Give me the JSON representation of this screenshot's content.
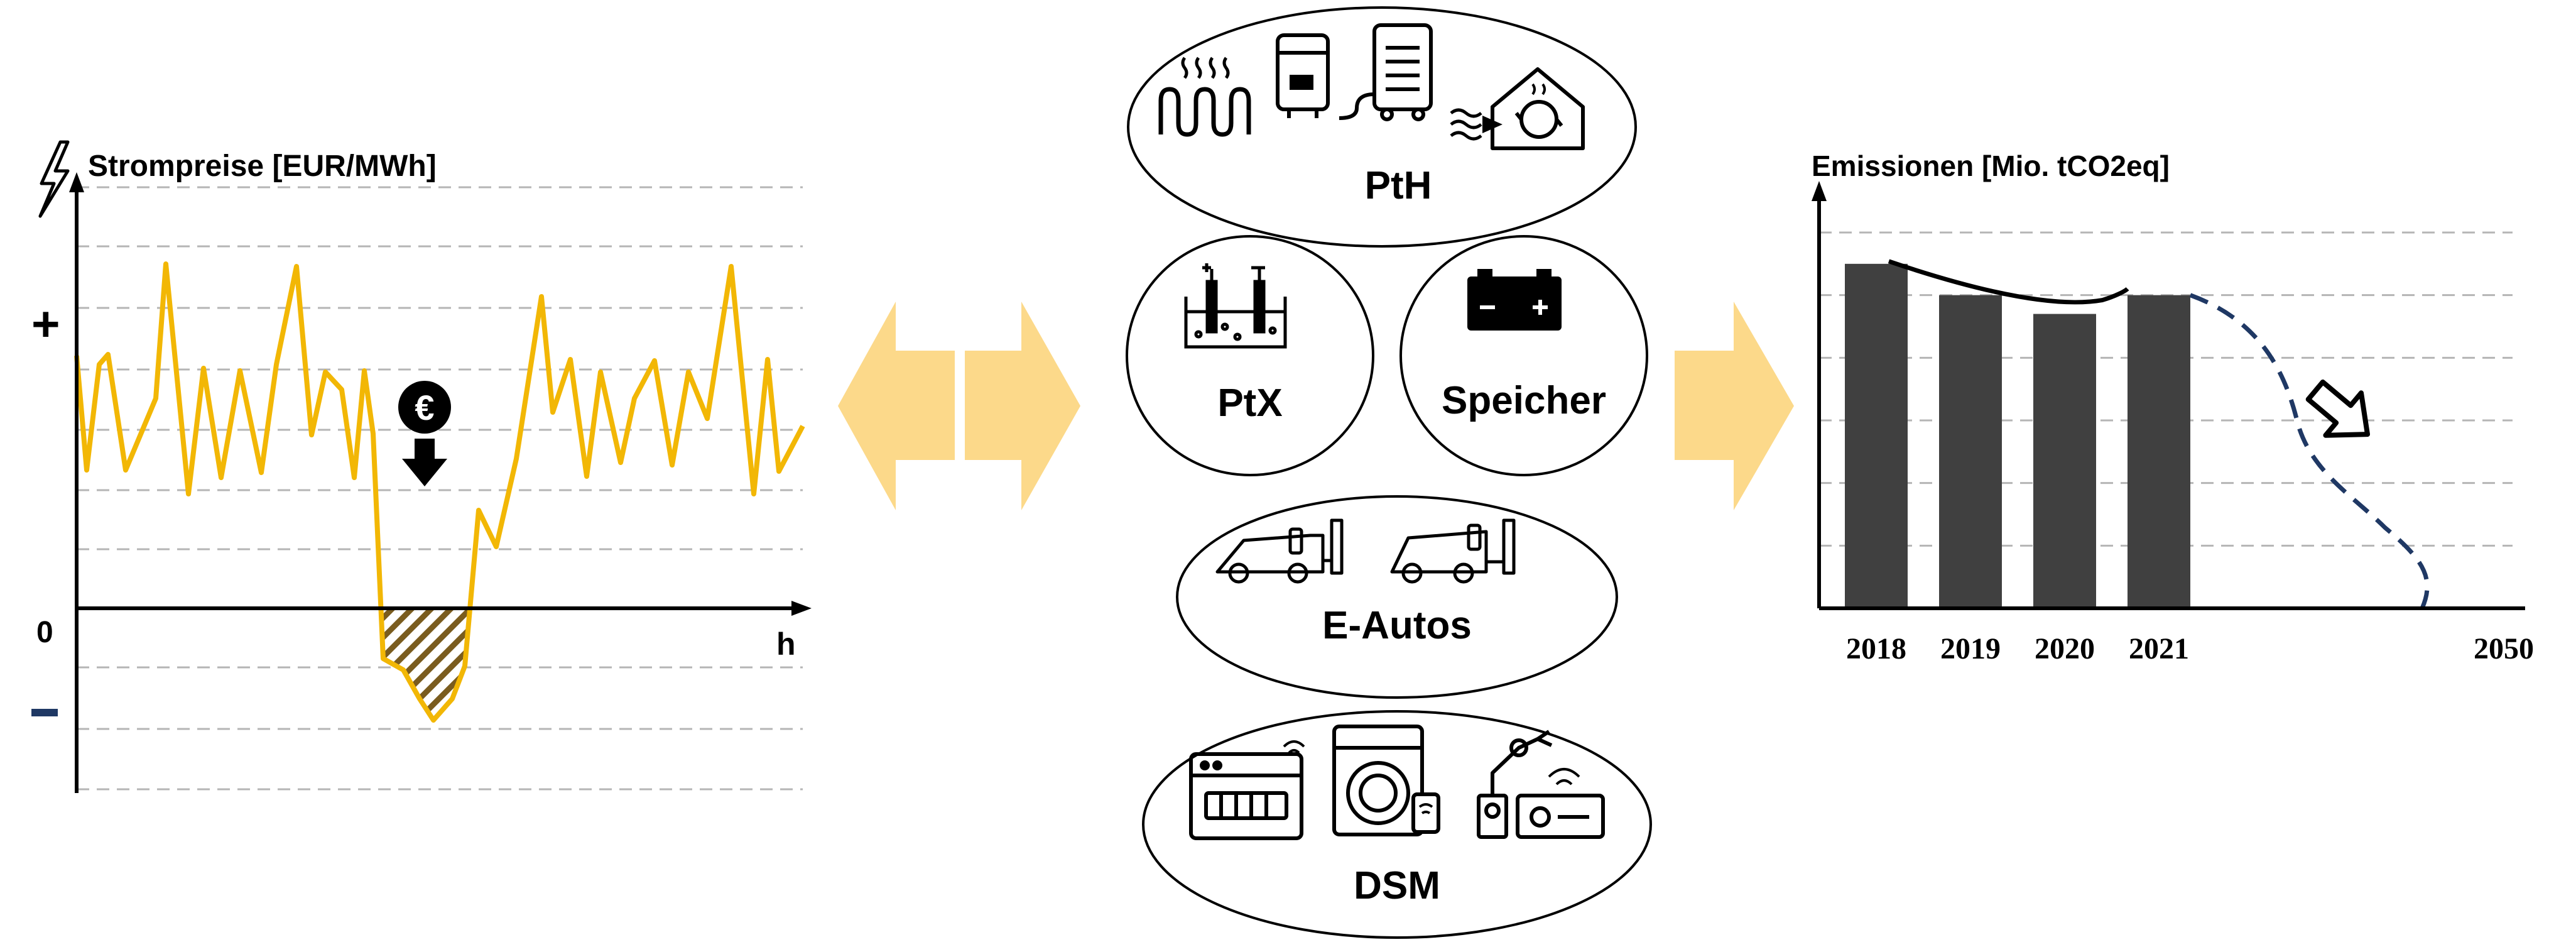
{
  "price_panel": {
    "title": "Strompreise [EUR/MWh]",
    "y_plus": "+",
    "y_zero": "0",
    "y_minus": "–",
    "x_unit": "h",
    "price_icon_symbol": "€",
    "colors": {
      "line": "#f2b705",
      "hatch": "#7a5c1e",
      "grid": "#b5b5b5",
      "axis": "#000000"
    }
  },
  "flex_options": {
    "pth": {
      "label": "PtH",
      "icons": [
        "radiator-icon",
        "water-heater-icon",
        "heat-storage-icon",
        "heat-pump-house-icon"
      ]
    },
    "ptx": {
      "label": "PtX",
      "icons": [
        "electrolysis-icon"
      ]
    },
    "storage": {
      "label": "Speicher",
      "icons": [
        "battery-icon"
      ]
    },
    "evs": {
      "label": "E-Autos",
      "icons": [
        "ev-charging-car-icon",
        "ev-charging-van-icon"
      ]
    },
    "dsm": {
      "label": "DSM",
      "icons": [
        "smart-dishwasher-icon",
        "smart-washing-machine-icon",
        "industrial-robot-icon"
      ]
    }
  },
  "arrows": {
    "color": "#fcd98a"
  },
  "chart_data": {
    "type": "bar",
    "title": "Emissionen [Mio. tCO2eq]",
    "categories": [
      "2018",
      "2019",
      "2020",
      "2021",
      "2050"
    ],
    "values": [
      5.5,
      5.0,
      4.7,
      5.0,
      0
    ],
    "ylim": [
      0,
      6
    ],
    "grid": true,
    "bar_color": "#404040",
    "trend_line": "solid curve above bars 2018–2020",
    "projection": {
      "style": "dashed",
      "color": "#1f3864",
      "from": "2021",
      "to": "2050",
      "end_value": 0
    },
    "annotation": "downward arrow"
  }
}
